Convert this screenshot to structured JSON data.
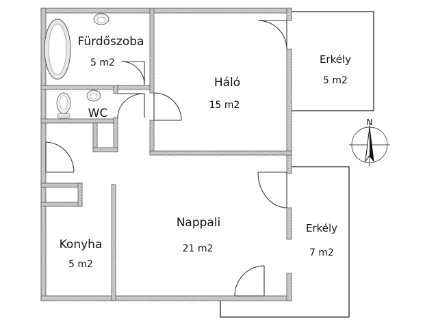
{
  "floorplan": {
    "rooms": [
      {
        "name": "Fürdőszoba",
        "area": "5 m2"
      },
      {
        "name": "WC",
        "area": ""
      },
      {
        "name": "Háló",
        "area": "15 m2"
      },
      {
        "name": "Erkély",
        "area": "5 m2"
      },
      {
        "name": "Nappali",
        "area": "21 m2"
      },
      {
        "name": "Konyha",
        "area": "5 m2"
      },
      {
        "name": "Erkély",
        "area": "7 m2"
      }
    ],
    "compass": {
      "label": "N"
    }
  },
  "colors": {
    "wall_fill": "#d4d4d4",
    "wall_stroke": "#555555",
    "line": "#222222",
    "background": "#ffffff"
  },
  "icons": [
    "bathtub-icon",
    "sink-icon",
    "toilet-icon",
    "compass-icon",
    "door-swing-icon"
  ]
}
